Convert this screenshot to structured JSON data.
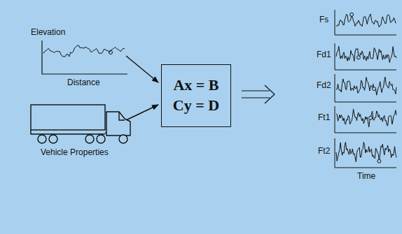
{
  "diagram": {
    "nodes": [
      {
        "text": [
          "Ax = B",
          "Cy = D"
        ]
      }
    ],
    "labels": [
      "Elevation",
      "Distance",
      "Vehicle Properties",
      "Fs",
      "Fd1",
      "Fd2",
      "Ft1",
      "Ft2",
      "Time"
    ]
  }
}
